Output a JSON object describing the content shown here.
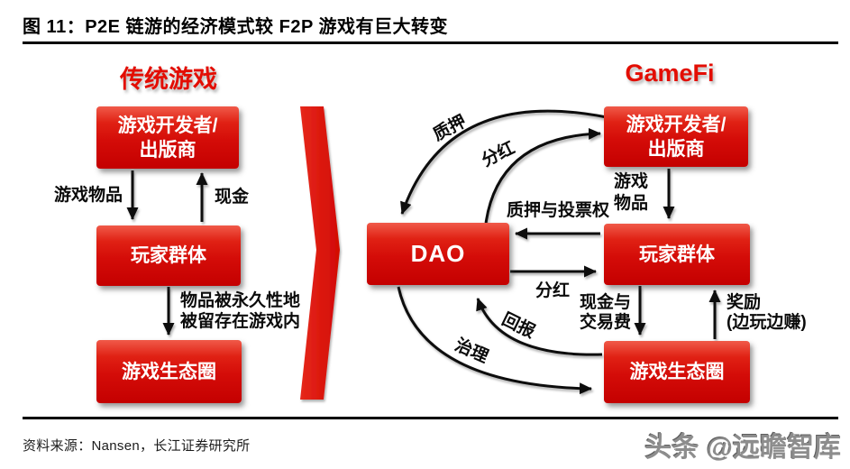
{
  "figure": {
    "title": "图  11：P2E 链游的经济模式较 F2P 游戏有巨大转变",
    "source": "资料来源：Nansen，长江证券研究所",
    "watermark": "头条 @远瞻智库"
  },
  "colors": {
    "box_red_top": "#f05a49",
    "box_red": "#d40c08",
    "box_red_dark": "#c40000",
    "heading_red": "#e30d02",
    "arrow_black": "#0d0d0d"
  },
  "icons": {
    "transition_chevron": "right-chevron-arrow"
  },
  "traditional": {
    "heading": "传统游戏",
    "boxes": {
      "developer_line1": "游戏开发者/",
      "developer_line2": "出版商",
      "players": "玩家群体",
      "ecosystem": "游戏生态圈"
    },
    "labels": {
      "game_items": "游戏物品",
      "cash": "现金",
      "items_locked_line1": "物品被永久性地",
      "items_locked_line2": "被留存在游戏内"
    }
  },
  "gamefi": {
    "heading": "GameFi",
    "boxes": {
      "developer_line1": "游戏开发者/",
      "developer_line2": "出版商",
      "dao": "DAO",
      "players": "玩家群体",
      "ecosystem": "游戏生态圈"
    },
    "labels": {
      "stake": "质押",
      "dividend_curve": "分红",
      "stake_and_voting": "质押与投票权",
      "dividend": "分红",
      "game_items_line1": "游戏",
      "game_items_line2": "物品",
      "cash_fees_line1": "现金与",
      "cash_fees_line2": "交易费",
      "reward_line1": "奖励",
      "reward_line2": "(边玩边赚)",
      "returns": "回报",
      "governance": "治理"
    }
  }
}
